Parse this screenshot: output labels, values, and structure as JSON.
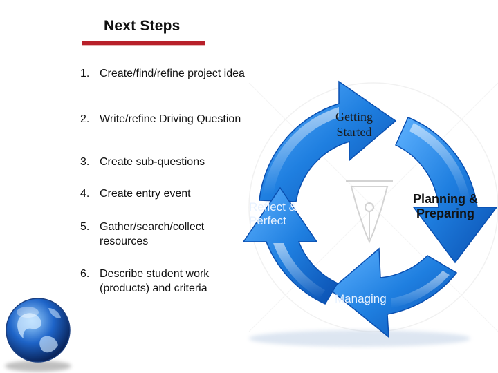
{
  "slide": {
    "title": "Next Steps",
    "steps": [
      {
        "num": "1.",
        "text": "Create/find/refine project idea"
      },
      {
        "num": "2.",
        "text": "Write/refine Driving Question"
      },
      {
        "num": "3.",
        "text": "Create sub-questions"
      },
      {
        "num": "4.",
        "text": "Create entry event"
      },
      {
        "num": "5.",
        "text": "Gather/search/collect resources"
      },
      {
        "num": "6.",
        "text": "Describe student work (products) and criteria"
      }
    ]
  },
  "cycle": {
    "stages": [
      {
        "label": "Getting Started"
      },
      {
        "label": "Planning & Preparing"
      },
      {
        "label": "Managing"
      },
      {
        "label": "Reflect & Perfect"
      }
    ],
    "colors": {
      "arrow": "#1f7fe0",
      "arrow_dark": "#0a4fb0",
      "accent_rule": "#b8202a"
    },
    "center_icon": "fountain-pen-nib-icon",
    "corner_image": "globe-icon"
  }
}
